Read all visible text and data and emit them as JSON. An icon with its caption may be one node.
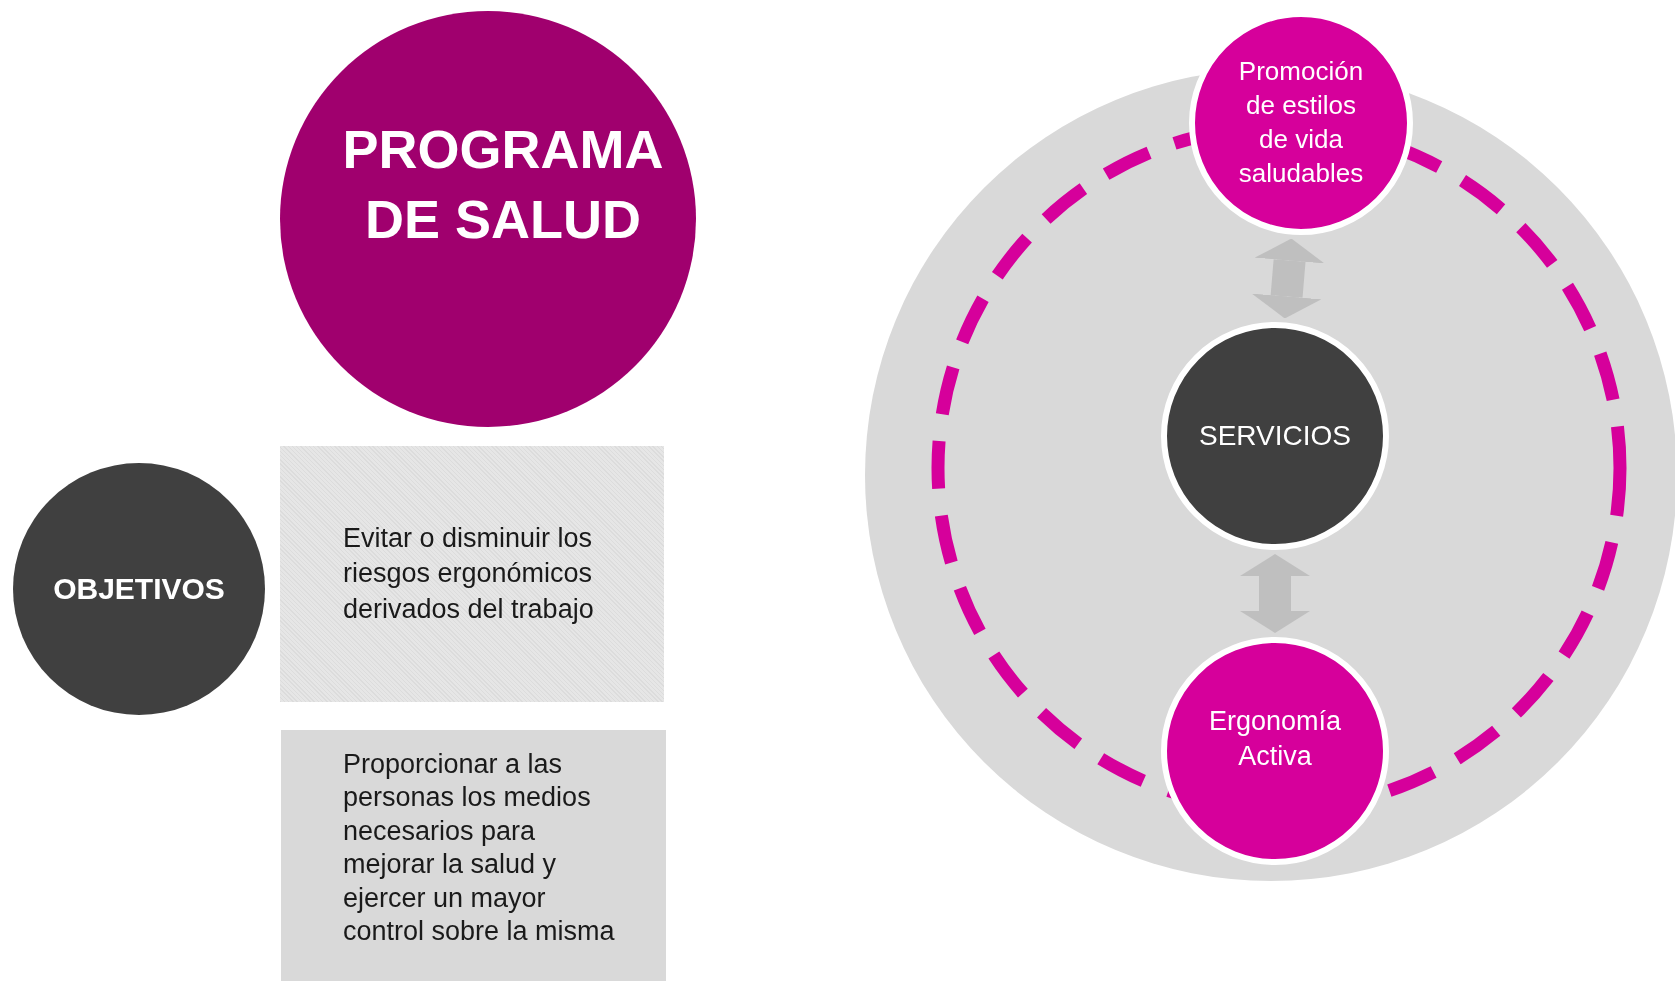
{
  "diagram": {
    "nodes": [
      {
        "text": [
          "PROGRAMA DE SALUD"
        ]
      },
      {
        "text": [
          "OBJETIVOS"
        ]
      },
      {
        "text": [
          "Evitar o disminuir los riesgos ergonómicos derivados del trabajo"
        ]
      },
      {
        "text": [
          "Proporcionar a las personas los medios necesarios para mejorar la salud y ejercer un mayor control sobre la misma"
        ]
      },
      {
        "text": [
          "Promoción de estilos de vida saludables"
        ]
      },
      {
        "text": [
          "SERVICIOS"
        ]
      },
      {
        "text": [
          "Ergonomía Activa"
        ]
      }
    ],
    "edges": [
      {
        "from": 4,
        "to": 5,
        "arrow": "both",
        "color": "#bfbfbf"
      },
      {
        "from": 5,
        "to": 6,
        "arrow": "both",
        "color": "#bfbfbf"
      }
    ]
  }
}
